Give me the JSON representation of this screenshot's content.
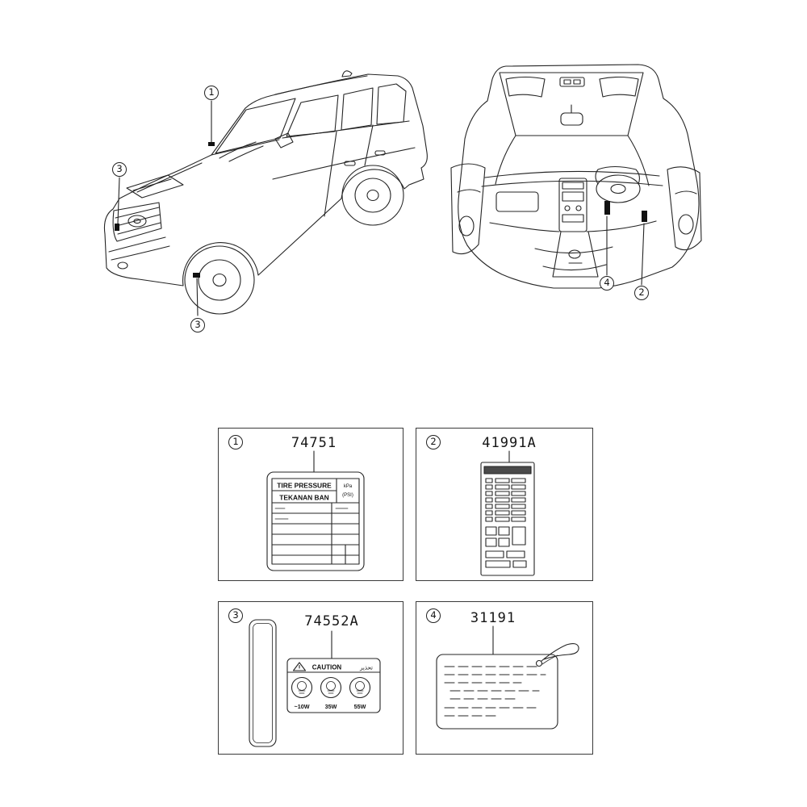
{
  "ink_color": "#222222",
  "callouts": {
    "one": "1",
    "two": "2",
    "three": "3",
    "four": "4"
  },
  "panels": {
    "p1": {
      "num": "1",
      "part_number": "74751"
    },
    "p2": {
      "num": "2",
      "part_number": "41991A"
    },
    "p3": {
      "num": "3",
      "part_number": "74552A"
    },
    "p4": {
      "num": "4",
      "part_number": "31191"
    }
  },
  "tire_label": {
    "line1": "TIRE PRESSURE",
    "line2": "TEKANAN BAN",
    "unit_top": "kPa",
    "unit_bottom": "(PSI)"
  },
  "caution_label": {
    "heading": "CAUTION",
    "heading_arabic": "تحذير",
    "watt_1": "~10W",
    "watt_2": "35W",
    "watt_3": "55W"
  }
}
